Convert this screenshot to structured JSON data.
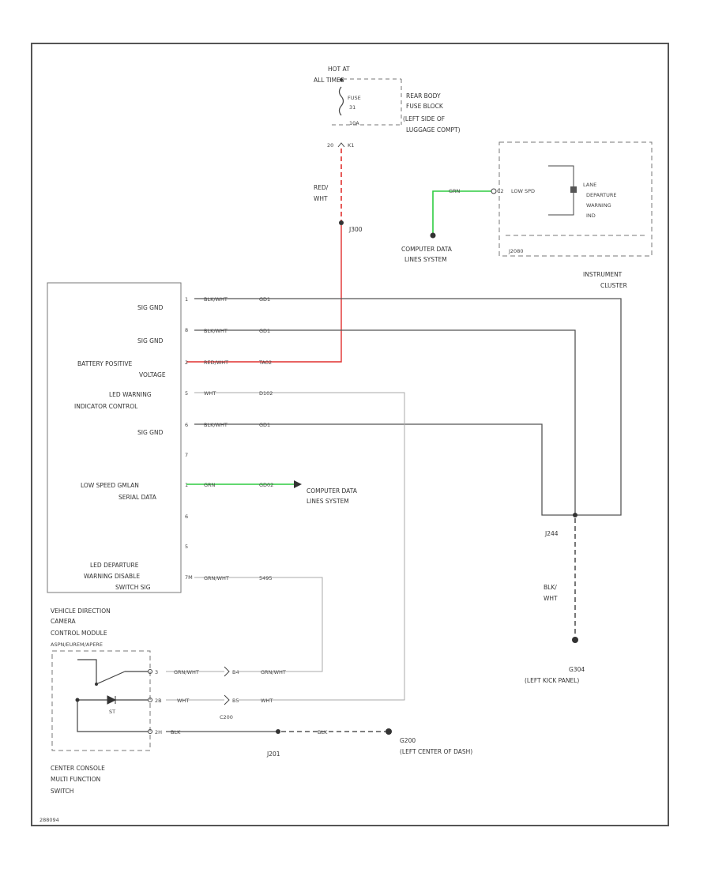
{
  "colors": {
    "power": "#e0312f",
    "can": "#2ecc40",
    "ground_wire": "#555555",
    "frame": "#555555"
  },
  "hot_at": {
    "line1": "HOT AT",
    "line2": "ALL TIMES"
  },
  "fuse": {
    "label": "FUSE",
    "number": "31",
    "rating": "10A",
    "pin_left": "20",
    "pin_right": "K1"
  },
  "fuse_block": {
    "line1": "REAR BODY",
    "line2": "FUSE BLOCK",
    "line3": "(LEFT SIDE OF",
    "line4": "LUGGAGE COMPT)"
  },
  "wire_red": {
    "line1": "RED/",
    "line2": "WHT"
  },
  "splice_top": "J300",
  "cluster": {
    "pin": "C2",
    "pin_label": "LOW SPD",
    "wire": "GRN",
    "lamp_line1": "LANE",
    "lamp_line2": "DEPARTURE",
    "lamp_line3": "WARNING",
    "lamp_line4": "IND",
    "connector": "J2080",
    "name_line1": "INSTRUMENT",
    "name_line2": "CLUSTER"
  },
  "computer_data_top": {
    "line1": "COMPUTER DATA",
    "line2": "LINES SYSTEM"
  },
  "module": {
    "rows": [
      {
        "label1": "SIG GND",
        "label2": "",
        "pin": "1",
        "wire": "BLK/WHT",
        "circuit": "GD1"
      },
      {
        "label1": "SIG GND",
        "label2": "",
        "pin": "8",
        "wire": "BLK/WHT",
        "circuit": "GD1"
      },
      {
        "label1": "BATTERY POSITIVE",
        "label2": "VOLTAGE",
        "pin": "2",
        "wire": "RED/WHT",
        "circuit": "TA02"
      },
      {
        "label1": "LED WARNING",
        "label2": "INDICATOR CONTROL",
        "pin": "5",
        "wire": "WHT",
        "circuit": "D102"
      },
      {
        "label1": "SIG GND",
        "label2": "",
        "pin": "6",
        "wire": "BLK/WHT",
        "circuit": "GD1"
      },
      {
        "label1": "",
        "label2": "",
        "pin": "7",
        "wire": "",
        "circuit": ""
      },
      {
        "label1": "LOW SPEED GMLAN",
        "label2": "SERIAL DATA",
        "pin": "1",
        "wire": "GRN",
        "circuit": "GD02"
      },
      {
        "label1": "",
        "label2": "",
        "pin": "6",
        "wire": "",
        "circuit": ""
      },
      {
        "label1": "",
        "label2": "",
        "pin": "5",
        "wire": "",
        "circuit": ""
      },
      {
        "label1": "LED DEPARTURE",
        "label2": "WARNING DISABLE",
        "label3": "SWITCH SIG",
        "pin": "7M",
        "wire": "GRN/WHT",
        "circuit": "5495"
      }
    ],
    "name_line1": "VEHICLE DIRECTION",
    "name_line2": "CAMERA",
    "name_line3": "CONTROL MODULE",
    "name_line4": "ASPN/EUREM/APERE"
  },
  "computer_data_mid": {
    "line1": "COMPUTER DATA",
    "line2": "LINES SYSTEM"
  },
  "ground_right": {
    "splice": "J244",
    "wire1": "BLK/",
    "wire2": "WHT",
    "ground": "G304",
    "location": "(LEFT KICK PANEL)"
  },
  "switch": {
    "pin_a": "3",
    "wire_a": "GRN/WHT",
    "conn_a": "B4",
    "pin_b": "2B",
    "wire_b": "WHT",
    "conn_b": "B5",
    "pin_c": "2H",
    "wire_c": "BLK",
    "connector": "C200",
    "diode_label": "ST",
    "name_line1": "CENTER CONSOLE",
    "name_line2": "MULTI FUNCTION",
    "name_line3": "SWITCH"
  },
  "ground_bottom": {
    "splice": "J201",
    "wire": "BLK",
    "ground": "G200",
    "location": "(LEFT CENTER OF DASH)"
  },
  "figure_id": "288094"
}
